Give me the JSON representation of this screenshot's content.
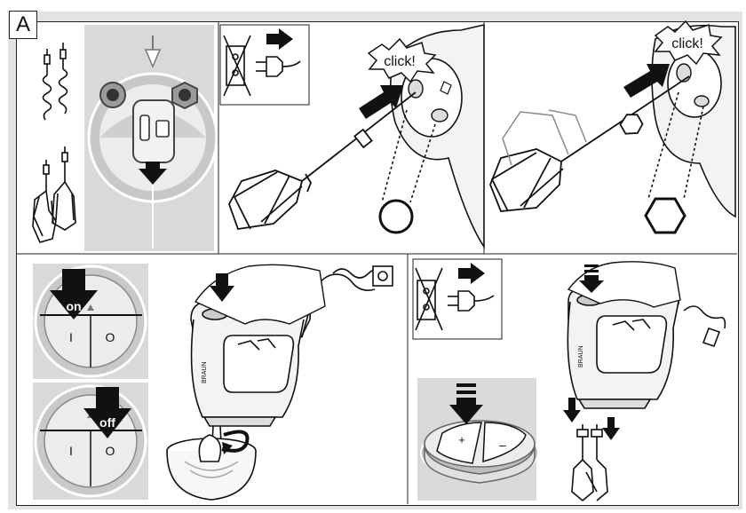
{
  "figure": {
    "label": "A",
    "click_label_1": "click!",
    "click_label_2": "click!",
    "on_label": "on",
    "off_label": "off",
    "switch_mark_1": "I",
    "switch_mark_2": "O",
    "switch_mark_3": "I",
    "switch_mark_4": "O",
    "brand_1": "BRAUN",
    "brand_2": "BRAUN",
    "speed_key_plus": "+",
    "speed_key_minus": "–"
  },
  "colors": {
    "panel_grey": "#e3e3e3",
    "ink": "#111111",
    "mid_grey": "#9a9a9a",
    "light_grey": "#d4d4d4"
  },
  "icons": [
    "beater-icon",
    "dough-hook-icon",
    "plug-icon",
    "unplug-cross-icon",
    "arrow-down-icon",
    "arrow-right-icon",
    "rotate-arrow-icon",
    "round-socket-icon",
    "hex-socket-icon"
  ]
}
